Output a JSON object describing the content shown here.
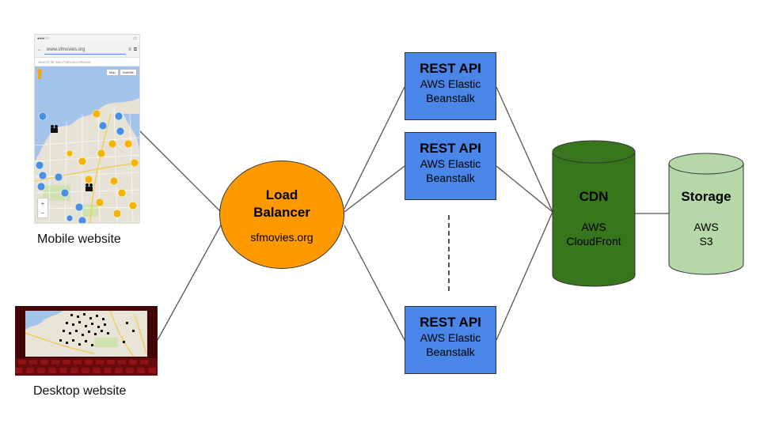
{
  "mobile": {
    "caption": "Mobile website",
    "url": "www.sfmovies.org",
    "search_hint": "Search for San Francisco Movies",
    "map_btn_map": "Map",
    "map_btn_satellite": "Satellite",
    "zoom_in": "+",
    "zoom_out": "−"
  },
  "desktop": {
    "caption": "Desktop website"
  },
  "load_balancer": {
    "title_line1": "Load",
    "title_line2": "Balancer",
    "subtitle": "sfmovies.org"
  },
  "rest_apis": [
    {
      "title": "REST API",
      "line1": "AWS Elastic",
      "line2": "Beanstalk"
    },
    {
      "title": "REST API",
      "line1": "AWS Elastic",
      "line2": "Beanstalk"
    },
    {
      "title": "REST API",
      "line1": "AWS Elastic",
      "line2": "Beanstalk"
    }
  ],
  "cdn": {
    "title": "CDN",
    "line1": "AWS",
    "line2": "CloudFront"
  },
  "storage": {
    "title": "Storage",
    "line1": "AWS",
    "line2": "S3"
  },
  "colors": {
    "load_balancer": "#ff9900",
    "rest_api": "#4a86e8",
    "cdn": "#38761d",
    "storage": "#b6d7a8",
    "connector": "#555555"
  }
}
